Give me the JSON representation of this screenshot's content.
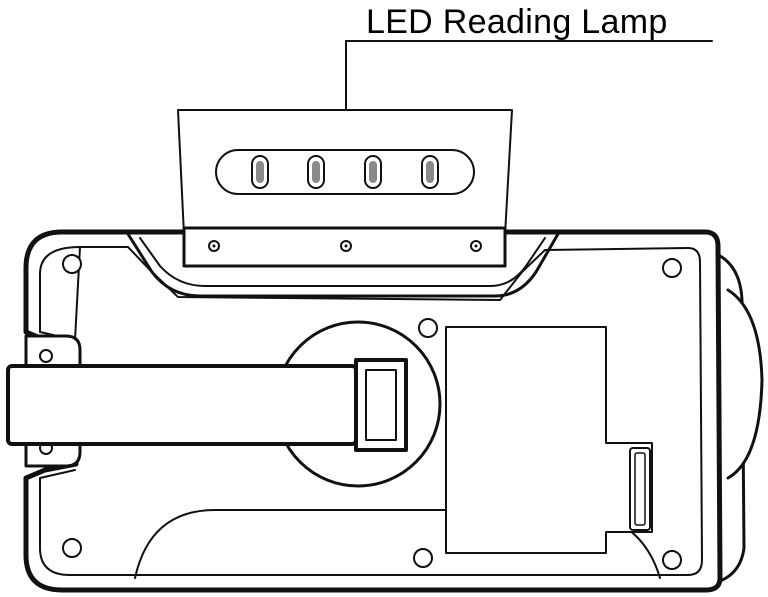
{
  "diagram": {
    "callout": {
      "label": "LED Reading Lamp"
    },
    "colors": {
      "stroke": "#111111",
      "fill": "#ffffff",
      "led": "#8a8a8a"
    },
    "counts": {
      "leds": 4,
      "screws_lamp": 3
    }
  }
}
